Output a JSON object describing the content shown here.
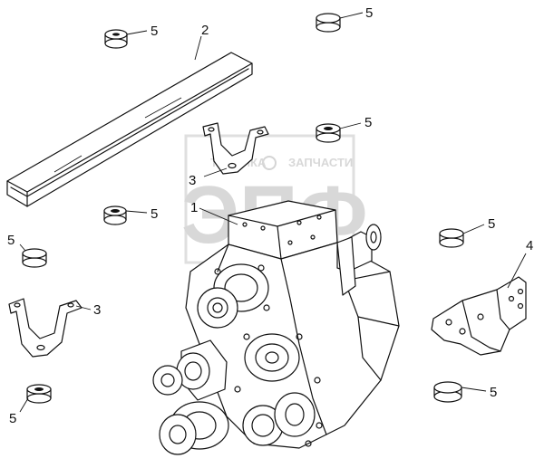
{
  "watermark": {
    "brand_top": "ТЕХНИКА",
    "brand_bottom": "ЗАПЧАСТИ",
    "big_letters": "ЭПФ"
  },
  "callouts": [
    {
      "id": "c1",
      "label": "1"
    },
    {
      "id": "c2",
      "label": "2"
    },
    {
      "id": "c3a",
      "label": "3"
    },
    {
      "id": "c3b",
      "label": "3"
    },
    {
      "id": "c4",
      "label": "4"
    },
    {
      "id": "c5a",
      "label": "5"
    },
    {
      "id": "c5b",
      "label": "5"
    },
    {
      "id": "c5c",
      "label": "5"
    },
    {
      "id": "c5d",
      "label": "5"
    },
    {
      "id": "c5e",
      "label": "5"
    },
    {
      "id": "c5f",
      "label": "5"
    },
    {
      "id": "c5g",
      "label": "5"
    },
    {
      "id": "c5h",
      "label": "5"
    }
  ]
}
